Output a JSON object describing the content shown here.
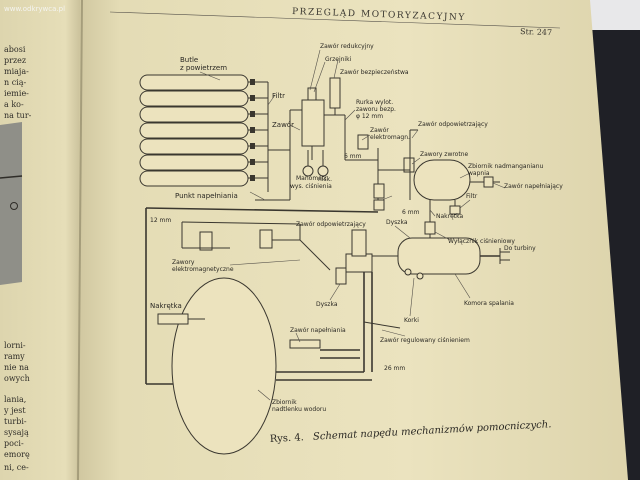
{
  "watermark": "www.odkrywca.pl",
  "page": {
    "running_head": "PRZEGLĄD MOTORYZACYJNY",
    "page_number": "Str. 247"
  },
  "left_page_fragments": [
    "abosi",
    "przez",
    "miaja-",
    "n cią-",
    "iemie-",
    "a ko-",
    "na tur-",
    "lorni-",
    "ramy",
    "nie na",
    "owych",
    "lania,",
    "y jest",
    "turbi-",
    "sysają",
    "poci-",
    "emorę",
    "ni, ce-"
  ],
  "diagram": {
    "labels": {
      "bottles": "Butle\nz powietrzem",
      "filter_top": "Filtr",
      "valve": "Zawór",
      "manometer": "Manometr",
      "high_pressure": "wys. ciśnienia",
      "low_pressure": "nisk.",
      "fill_point": "Punkt napełniania",
      "reducer_valve": "Zawór redukcyjny",
      "heaters": "Grzejniki",
      "safety_valve": "Zawór bezpieczeństwa",
      "release_tube": "Rurka wylot.\nzaworu bezp.\nφ 12 mm",
      "electromagnetic_valve": "Zawór\nelektromagn.",
      "relief_valve_right": "Zawór odpowietrzający",
      "size_6mm_a": "6 mm",
      "check_valves": "Zawory zwrotne",
      "fuel_tank": "Zbiornik nadmanganianu\nwapnia",
      "fill_valve_right": "Zawór napełniający",
      "filter_right": "Filtr",
      "size_6mm_b": "6 mm",
      "nut_right": "Nakrętka",
      "relief_valve_mid": "Zawór odpowietrzający",
      "pressure_switch": "Wyłącznik ciśnieniowy",
      "size_12mm": "12 mm",
      "nozzle_top": "Dyszka",
      "to_turbine": "Do turbiny",
      "em_valves": "Zawory\nelektromagnetyczne",
      "nozzle_mid": "Dyszka",
      "taps": "Korki",
      "combustion_chamber": "Komora spalania",
      "nut_left": "Nakrętka",
      "fill_valve_left": "Zawór napełniania",
      "pressure_reg": "Zawór regulowany ciśnieniem",
      "size_26mm": "26 mm",
      "peroxide_tank": "Zbiornik\nnadtlenku wodoru"
    }
  },
  "caption": {
    "prefix": "Rys. 4.",
    "text": "Schemat napędu mechanizmów pomocniczych."
  },
  "colors": {
    "paper": "#e9e1bb",
    "paper_shadow": "#c9c09a",
    "ink": "#3a372f",
    "binding": "#2b2b30"
  }
}
